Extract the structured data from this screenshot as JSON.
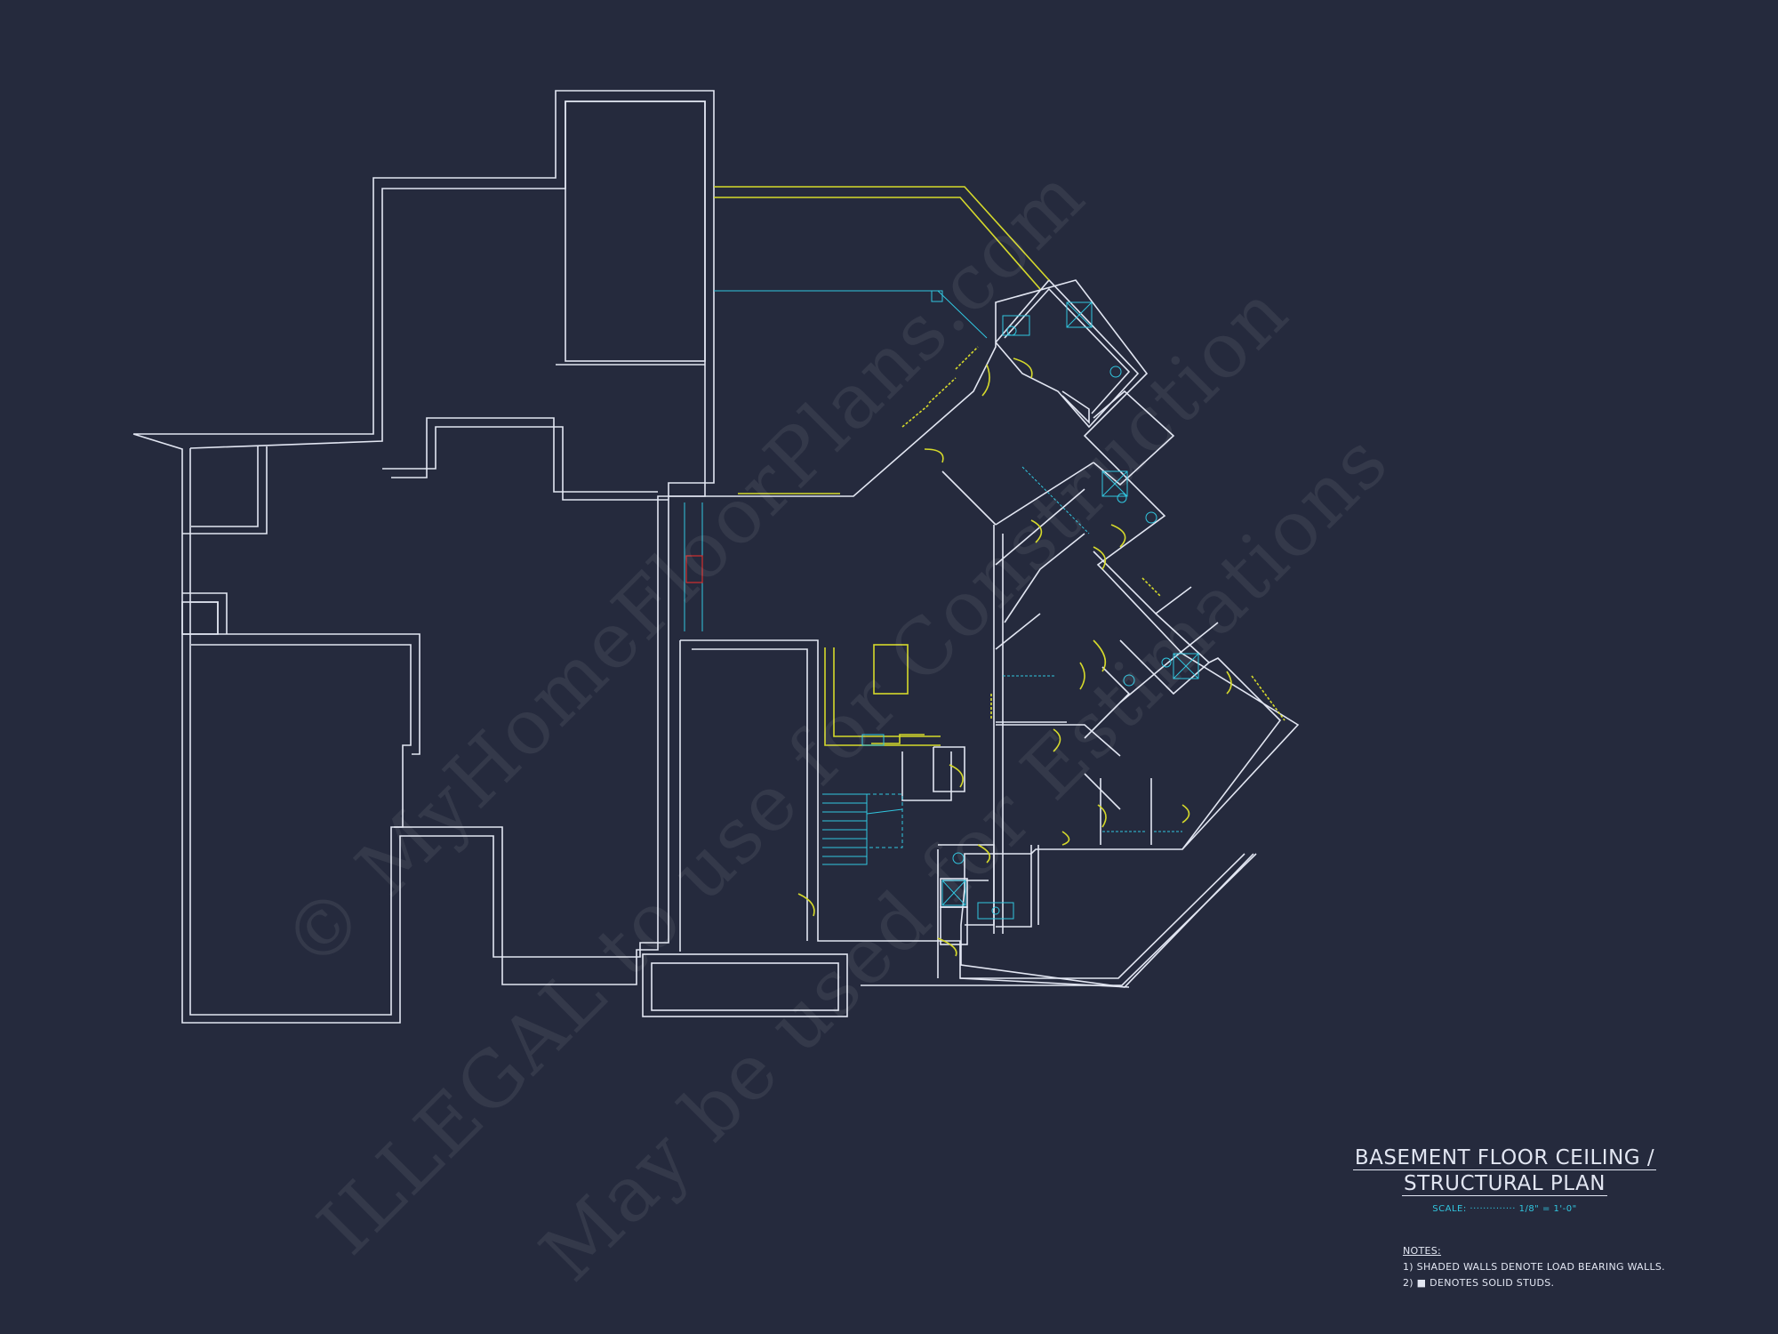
{
  "drawing": {
    "title_line1": "BASEMENT FLOOR CEILING /",
    "title_line2": "STRUCTURAL PLAN",
    "scale_label": "SCALE: ·············· 1/8\" = 1'-0\"",
    "notes_heading": "NOTES:",
    "note1": "1) SHADED WALLS DENOTE LOAD BEARING WALLS.",
    "note2": "2) ■ DENOTES SOLID STUDS."
  },
  "watermark": {
    "line1": "© MyHomeFloorPlans.com",
    "line2": "ILLEGAL to use for Construction",
    "line3": "May be used for Estimations"
  },
  "colors": {
    "background": "#252a3d",
    "wall": "#e2e6f2",
    "structural": "#d5d92b",
    "fixture": "#31c6df",
    "fireplace": "#d23030"
  }
}
